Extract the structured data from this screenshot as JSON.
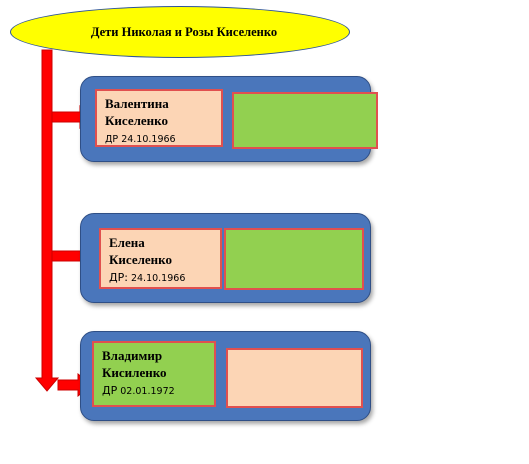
{
  "title": "Дети Николая и Розы Киселенко",
  "children": [
    {
      "first_name": "Валентина",
      "last_name": "Киселенко",
      "dob_label": "ДР",
      "dob": "24.10.1966"
    },
    {
      "first_name": "Елена",
      "last_name": "Киселенко",
      "dob_label": "ДР:",
      "dob": "24.10.1966"
    },
    {
      "first_name": "Владимир",
      "last_name": "Кисиленко",
      "dob_label": "ДР",
      "dob": "02.01.1972"
    }
  ],
  "colors": {
    "title_fill": "#ffff00",
    "panel_fill": "#4a76bb",
    "card_peach": "#fcd5b5",
    "card_green": "#92d050",
    "card_border": "#e0504f",
    "arrow": "#ff0000"
  }
}
